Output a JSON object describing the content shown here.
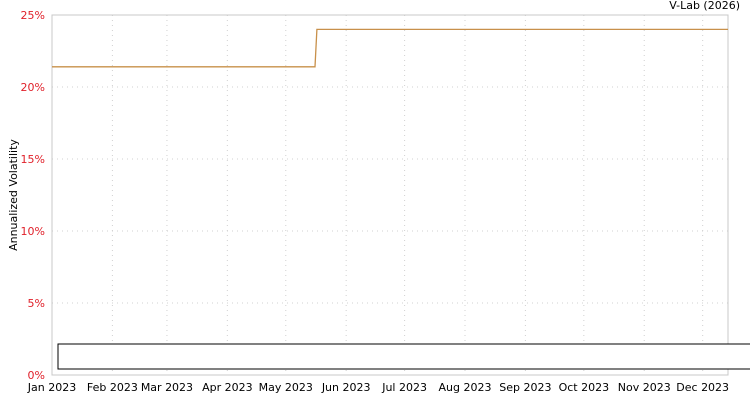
{
  "credit": "V-Lab (2026)",
  "chart_data": {
    "type": "line",
    "title": "",
    "xlabel": "",
    "ylabel": "Annualized Volatility",
    "xlim": [
      "2023-01-01",
      "2023-12-14"
    ],
    "ylim": [
      0,
      25
    ],
    "yticks": [
      0,
      5,
      10,
      15,
      20,
      25
    ],
    "ytick_labels": [
      "0%",
      "5%",
      "10%",
      "15%",
      "20%",
      "25%"
    ],
    "xtick_labels": [
      "Jan 2023",
      "Feb 2023",
      "Mar 2023",
      "Apr 2023",
      "May 2023",
      "Jun 2023",
      "Jul 2023",
      "Aug 2023",
      "Sep 2023",
      "Oct 2023",
      "Nov 2023",
      "Dec 2023"
    ],
    "xticks": [
      "2023-01-01",
      "2023-02-01",
      "2023-03-01",
      "2023-04-01",
      "2023-05-01",
      "2023-06-01",
      "2023-07-01",
      "2023-08-01",
      "2023-09-01",
      "2023-10-01",
      "2023-11-01",
      "2023-12-01"
    ],
    "grid": true,
    "legend": "bottom (empty box)",
    "series": [
      {
        "color": "#c8904a",
        "x": [
          "2023-01-01",
          "2023-05-16",
          "2023-05-17",
          "2023-12-14"
        ],
        "y": [
          21.4,
          21.4,
          24.0,
          24.0
        ]
      }
    ],
    "colors": {
      "ytick": "#e0202a",
      "grid": "#d0d0d0",
      "frame": "#c8c8c8"
    }
  }
}
